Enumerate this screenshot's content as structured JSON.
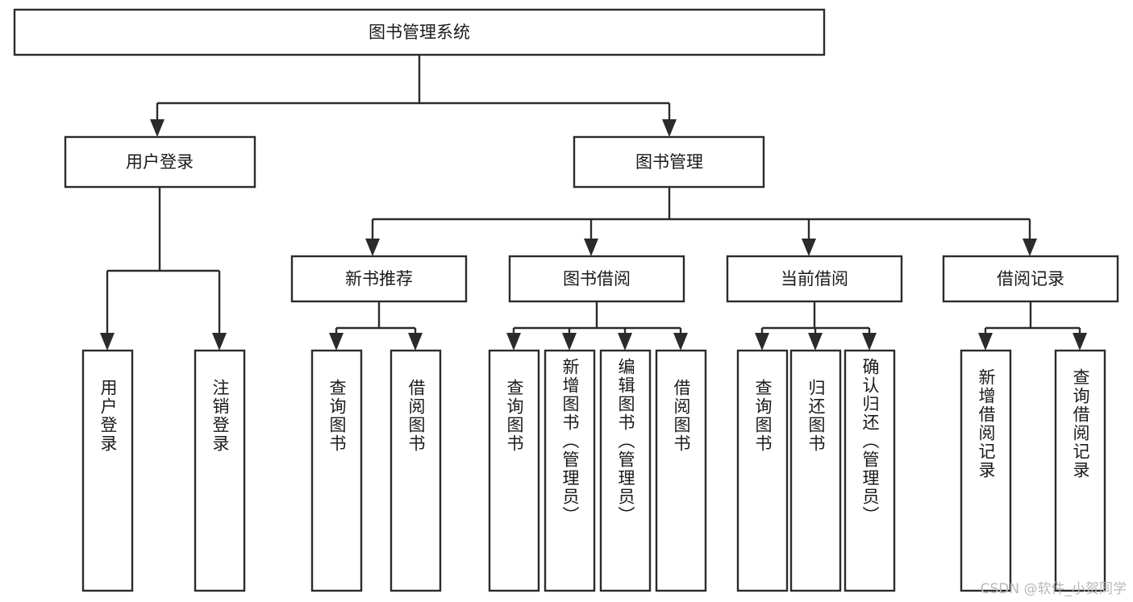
{
  "diagram": {
    "title": "图书管理系统",
    "type": "tree",
    "orientation": "top-down",
    "root": {
      "id": "root",
      "label": "图书管理系统",
      "text_orientation": "horizontal"
    },
    "level1": [
      {
        "id": "user-login",
        "label": "用户登录",
        "text_orientation": "horizontal"
      },
      {
        "id": "book-manage",
        "label": "图书管理",
        "text_orientation": "horizontal"
      }
    ],
    "level2": [
      {
        "id": "new-book-recommend",
        "label": "新书推荐",
        "parent": "book-manage",
        "text_orientation": "horizontal"
      },
      {
        "id": "book-borrow",
        "label": "图书借阅",
        "parent": "book-manage",
        "text_orientation": "horizontal"
      },
      {
        "id": "current-borrow",
        "label": "当前借阅",
        "parent": "book-manage",
        "text_orientation": "horizontal"
      },
      {
        "id": "borrow-record",
        "label": "借阅记录",
        "parent": "book-manage",
        "text_orientation": "horizontal"
      }
    ],
    "leaves": [
      {
        "id": "leaf-user-login",
        "label": "用户登录",
        "parent": "user-login",
        "text_orientation": "vertical"
      },
      {
        "id": "leaf-user-logout",
        "label": "注销登录",
        "parent": "user-login",
        "text_orientation": "vertical"
      },
      {
        "id": "leaf-query-book-1",
        "label": "查询图书",
        "parent": "new-book-recommend",
        "text_orientation": "vertical"
      },
      {
        "id": "leaf-borrow-book-1",
        "label": "借阅图书",
        "parent": "new-book-recommend",
        "text_orientation": "vertical"
      },
      {
        "id": "leaf-query-book-2",
        "label": "查询图书",
        "parent": "book-borrow",
        "text_orientation": "vertical"
      },
      {
        "id": "leaf-add-book",
        "label": "新增图书（管理员）",
        "parent": "book-borrow",
        "text_orientation": "vertical"
      },
      {
        "id": "leaf-edit-book",
        "label": "编辑图书（管理员）",
        "parent": "book-borrow",
        "text_orientation": "vertical"
      },
      {
        "id": "leaf-borrow-book-2",
        "label": "借阅图书",
        "parent": "book-borrow",
        "text_orientation": "vertical"
      },
      {
        "id": "leaf-query-book-3",
        "label": "查询图书",
        "parent": "current-borrow",
        "text_orientation": "vertical"
      },
      {
        "id": "leaf-return-book",
        "label": "归还图书",
        "parent": "current-borrow",
        "text_orientation": "vertical"
      },
      {
        "id": "leaf-confirm-return",
        "label": "确认归还（管理员）",
        "parent": "current-borrow",
        "text_orientation": "vertical"
      },
      {
        "id": "leaf-add-record",
        "label": "新增借阅记录",
        "parent": "borrow-record",
        "text_orientation": "vertical"
      },
      {
        "id": "leaf-query-record",
        "label": "查询借阅记录",
        "parent": "borrow-record",
        "text_orientation": "vertical"
      }
    ]
  },
  "watermark": {
    "text": "CSDN @软件_小贺同学"
  },
  "colors": {
    "background": "#ffffff",
    "box_fill": "#ffffff",
    "box_stroke": "#2b2b2b",
    "connector": "#2b2b2b",
    "text": "#1a1a1a",
    "watermark": "#b9b9b9"
  }
}
